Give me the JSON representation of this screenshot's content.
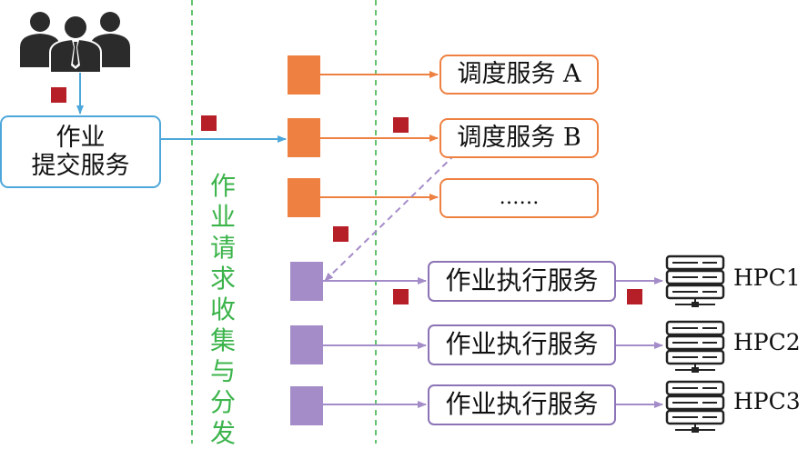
{
  "submit_service": {
    "line1": "作业",
    "line2": "提交服务"
  },
  "collect_label": "作业请求收集与分发",
  "schedulers": [
    {
      "label": "调度服务 A"
    },
    {
      "label": "调度服务 B"
    },
    {
      "label": "……"
    }
  ],
  "executors": [
    {
      "label": "作业执行服务",
      "hpc": "HPC1"
    },
    {
      "label": "作业执行服务",
      "hpc": "HPC2"
    },
    {
      "label": "作业执行服务",
      "hpc": "HPC3"
    }
  ],
  "colors": {
    "blue": "#4ea7da",
    "orange": "#ee8142",
    "purple": "#a48cc8",
    "green": "#3cb44b",
    "red": "#b61f27"
  },
  "icons": [
    "users-icon",
    "server-icon",
    "job-token-icon"
  ]
}
